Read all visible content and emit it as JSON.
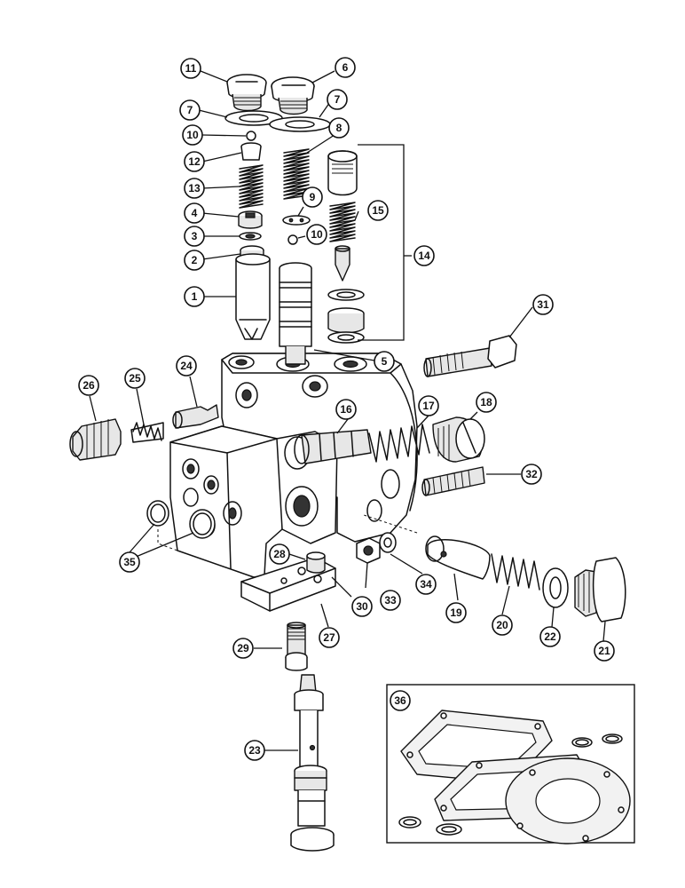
{
  "diagram": {
    "callouts": [
      {
        "num": "1"
      },
      {
        "num": "2"
      },
      {
        "num": "3"
      },
      {
        "num": "4"
      },
      {
        "num": "5"
      },
      {
        "num": "6"
      },
      {
        "num": "7"
      },
      {
        "num": "7"
      },
      {
        "num": "8"
      },
      {
        "num": "9"
      },
      {
        "num": "10"
      },
      {
        "num": "10"
      },
      {
        "num": "11"
      },
      {
        "num": "12"
      },
      {
        "num": "13"
      },
      {
        "num": "14"
      },
      {
        "num": "15"
      },
      {
        "num": "16"
      },
      {
        "num": "17"
      },
      {
        "num": "18"
      },
      {
        "num": "19"
      },
      {
        "num": "20"
      },
      {
        "num": "21"
      },
      {
        "num": "22"
      },
      {
        "num": "23"
      },
      {
        "num": "24"
      },
      {
        "num": "25"
      },
      {
        "num": "26"
      },
      {
        "num": "27"
      },
      {
        "num": "28"
      },
      {
        "num": "29"
      },
      {
        "num": "30"
      },
      {
        "num": "31"
      },
      {
        "num": "32"
      },
      {
        "num": "33"
      },
      {
        "num": "34"
      },
      {
        "num": "35"
      },
      {
        "num": "36"
      }
    ]
  }
}
